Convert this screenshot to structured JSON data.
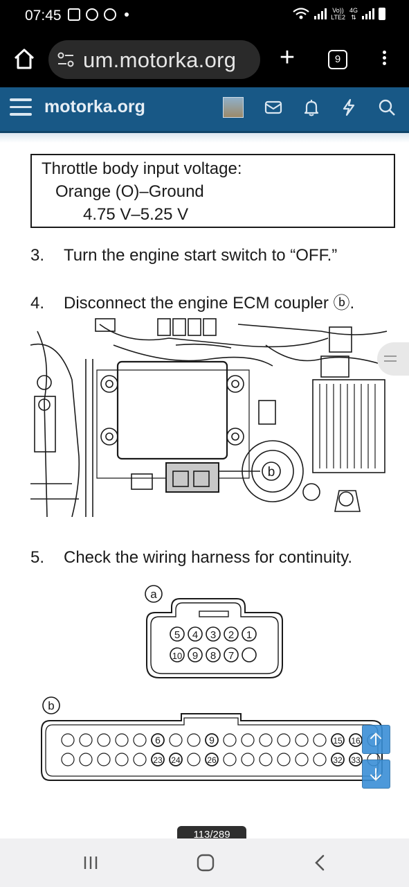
{
  "status_bar": {
    "time": "07:45",
    "network_label_top": "Vo))",
    "network_label_bottom": "LTE2",
    "network_type": "4G"
  },
  "browser": {
    "url": "um.motorka.org",
    "tab_count": "9",
    "plus_label": "+"
  },
  "site": {
    "title": "motorka.org"
  },
  "document": {
    "voltage_box": {
      "line1": "Throttle body input voltage:",
      "line2": "Orange (O)–Ground",
      "line3": "4.75 V–5.25 V"
    },
    "steps": [
      {
        "num": "3.",
        "text": "Turn the engine start switch to “OFF.”"
      },
      {
        "num": "4.",
        "text": "Disconnect the engine ECM coupler ⓑ."
      },
      {
        "num": "5.",
        "text": "Check the wiring harness for continuity."
      }
    ],
    "engine_diagram_callout": "b",
    "coupler_a": {
      "label": "a",
      "top_row": [
        "5",
        "4",
        "3",
        "2",
        "1"
      ],
      "bottom_row": [
        "10",
        "9",
        "8",
        "7",
        ""
      ]
    },
    "coupler_b": {
      "label": "b",
      "top_row": [
        "",
        "",
        "",
        "",
        "",
        "6",
        "",
        "",
        "9",
        "",
        "",
        "",
        "",
        "",
        "",
        "15",
        "16",
        ""
      ],
      "bottom_row": [
        "",
        "",
        "",
        "",
        "",
        "23",
        "24",
        "",
        "26",
        "",
        "",
        "",
        "",
        "",
        "",
        "32",
        "33",
        ""
      ]
    },
    "page_indicator": "113/289"
  },
  "colors": {
    "header_bg": "#185886",
    "scroll_button": "#3a8fd6"
  }
}
